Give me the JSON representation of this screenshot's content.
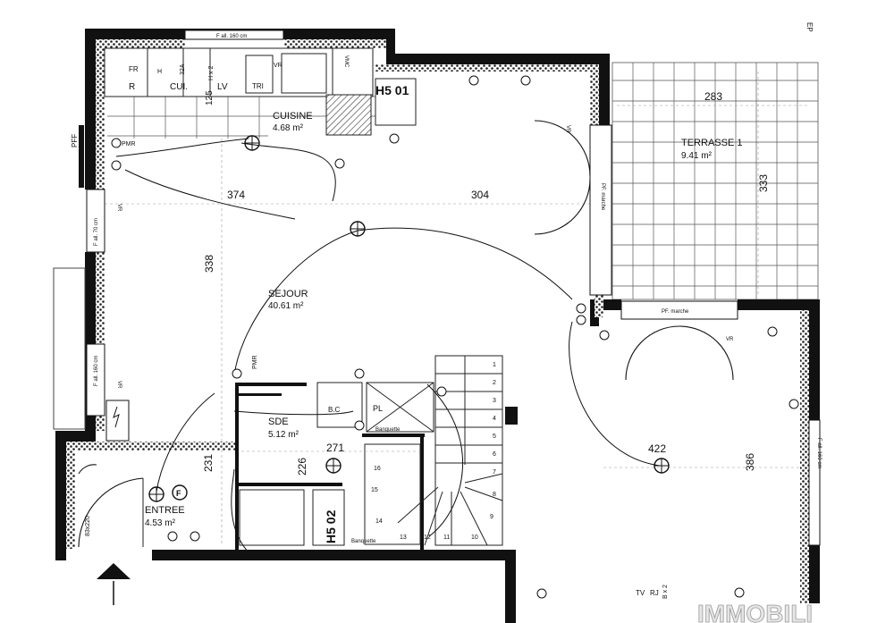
{
  "rooms": {
    "sejour": {
      "name": "SEJOUR",
      "area": "40.61 m²"
    },
    "cuisine": {
      "name": "CUISINE",
      "area": "4.68 m²"
    },
    "terrasse": {
      "name": "TERRASSE 1",
      "area": "9.41 m²"
    },
    "sde": {
      "name": "SDE",
      "area": "5.12 m²"
    },
    "entree": {
      "name": "ENTREE",
      "area": "4.53 m²"
    }
  },
  "dimensions": {
    "d374": "374",
    "d304": "304",
    "d338": "338",
    "d283": "283",
    "d333": "333",
    "d422": "422",
    "d386": "386",
    "d271": "271",
    "d231": "231",
    "d226": "226",
    "d125": "125"
  },
  "window_labels": {
    "top": "F all. 160 cm",
    "left_upper": "F all. 70 cm",
    "left_lower": "F all. 160 cm",
    "right": "F all. 160 cm",
    "terrace_bottom": "PF. marche",
    "terrace_left": "PF. marche",
    "pff": "PFF",
    "ep": "EP"
  },
  "kitchen_labels": {
    "r": "R",
    "fr": "FR",
    "cui": "CUI.",
    "lv": "LV",
    "h": "H",
    "hx2": "H x 2",
    "a32": "32A",
    "tri": "TRI",
    "vr": "VR",
    "vmc": "VMC"
  },
  "stair_numbers": [
    "1",
    "2",
    "3",
    "4",
    "5",
    "6",
    "7",
    "8",
    "9",
    "10",
    "11",
    "12",
    "13",
    "14",
    "15",
    "16"
  ],
  "codes": {
    "h501": "H5  01",
    "h502": "H5  02",
    "sde_bc": "B.C",
    "pl": "PL",
    "banquette1": "Banquette",
    "banquette2": "Banquette"
  },
  "misc": {
    "pmr1": "PMR",
    "pmr2": "PMR",
    "tv": "TV",
    "rj": "RJ",
    "bx2": "B x 2",
    "f": "F",
    "vr_left1": "VR",
    "vr_left2": "VR",
    "vr_right": "VR",
    "vr_sejour": "VR",
    "door_entry": "83x220"
  },
  "watermark": "IMMOBILI"
}
